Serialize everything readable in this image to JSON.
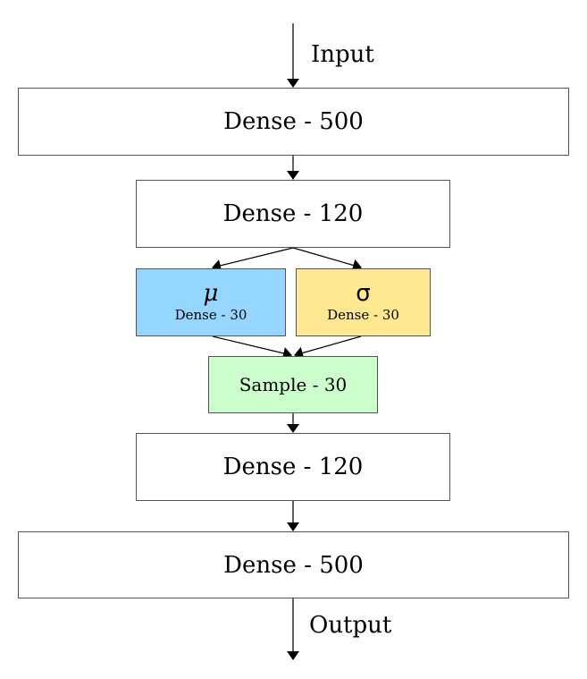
{
  "input_label": "Input",
  "output_label": "Output",
  "layers": {
    "dense_500_top": "Dense - 500",
    "dense_120_top": "Dense - 120",
    "mu": {
      "symbol": "μ",
      "label": "Dense - 30",
      "color": "#94d6ff"
    },
    "sigma": {
      "symbol": "σ",
      "label": "Dense - 30",
      "color": "#ffe88f"
    },
    "sample": {
      "label": "Sample - 30",
      "color": "#ccffcc"
    },
    "dense_120_bottom": "Dense - 120",
    "dense_500_bottom": "Dense - 500"
  }
}
